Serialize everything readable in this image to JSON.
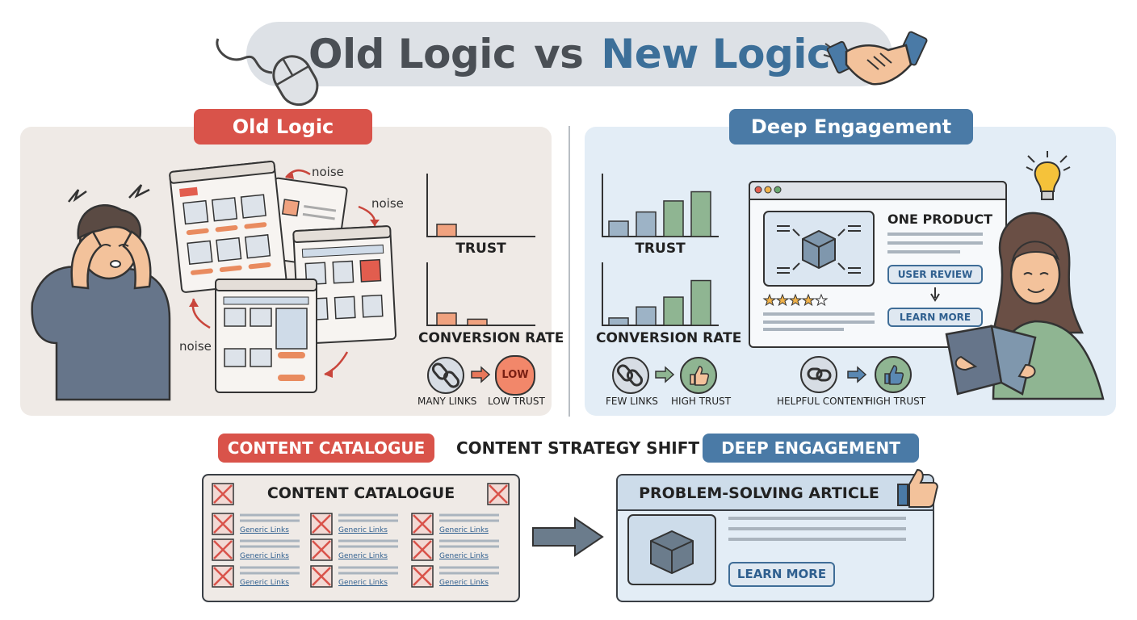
{
  "header": {
    "title_old": "Old Logic",
    "title_vs": "vs",
    "title_new": "New Logic"
  },
  "left_panel": {
    "badge": "Old Logic",
    "noise_label": "noise",
    "chart_trust_label": "TRUST",
    "chart_conversion_label": "CONVERSION RATE",
    "low_badge": "LOW",
    "many_links": "MANY LINKS",
    "low_trust": "LOW TRUST"
  },
  "right_panel": {
    "badge": "Deep Engagement",
    "chart_trust_label": "TRUST",
    "chart_conversion_label": "CONVERSION RATE",
    "one_product": "ONE PRODUCT",
    "user_review": "USER REVIEW",
    "learn_more": "LEARN MORE",
    "few_links": "FEW LINKS",
    "high_trust": "HIGH TRUST",
    "helpful_content": "HELPFUL CONTENT",
    "high_trust_2": "HIGH TRUST"
  },
  "bottom": {
    "catalogue_badge": "CONTENT CATALOGUE",
    "shift_label": "CONTENT STRATEGY SHIFT",
    "engagement_badge": "DEEP ENGAGEMENT",
    "catalogue_title": "CONTENT CATALOGUE",
    "generic_links": "Generic Links",
    "article_title": "PROBLEM-SOLVING ARTICLE",
    "learn_more": "LEARN MORE"
  },
  "colors": {
    "old_accent": "#d9534a",
    "new_accent": "#4a7aa6",
    "old_bar": "#f0a27f",
    "new_bar_green": "#8fb592",
    "new_bar_blue": "#9db3c6"
  },
  "icons": [
    "mouse-icon",
    "handshake-icon",
    "broken-link-icon",
    "link-icon",
    "thumbs-up-icon",
    "lightbulb-icon",
    "box-icon",
    "star-icon",
    "arrow-icon"
  ],
  "chart_data": [
    {
      "type": "bar",
      "title": "TRUST",
      "series": [
        {
          "values": [
            2
          ]
        }
      ],
      "ylim": [
        0,
        10
      ]
    },
    {
      "type": "bar",
      "title": "CONVERSION RATE",
      "series": [
        {
          "values": [
            2,
            1
          ]
        }
      ],
      "ylim": [
        0,
        10
      ]
    },
    {
      "type": "bar",
      "title": "TRUST",
      "series": [
        {
          "values": [
            2.5,
            4,
            5.8,
            7.3
          ]
        }
      ],
      "ylim": [
        0,
        10
      ]
    },
    {
      "type": "bar",
      "title": "CONVERSION RATE",
      "series": [
        {
          "values": [
            1.2,
            3,
            4.6,
            7.3
          ]
        }
      ],
      "ylim": [
        0,
        10
      ]
    }
  ]
}
